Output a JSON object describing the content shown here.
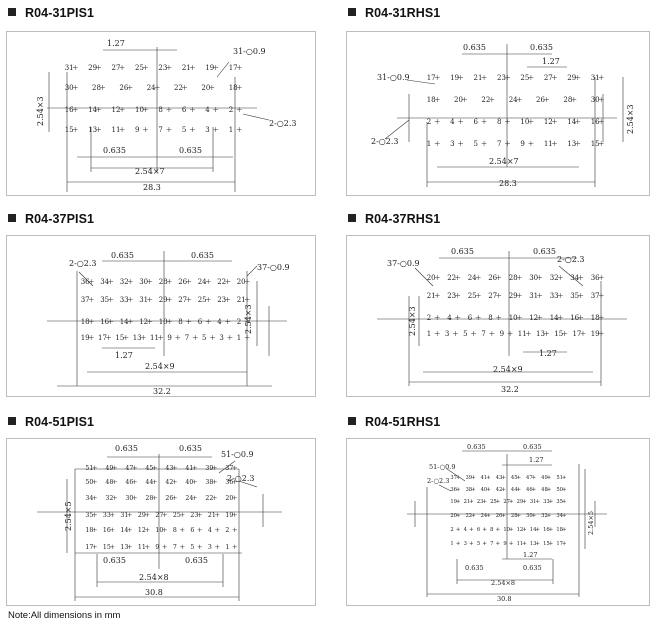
{
  "note": "Note:All dimensions in mm",
  "panels": [
    {
      "title": "R04-31PIS1",
      "labels": {
        "top": "1.27",
        "holes": "31-○0.9",
        "side": "2.54×3",
        "mount": "2-○2.3",
        "offsetL": "0.635",
        "offsetR": "0.635",
        "span": "2.54×7",
        "overall": "28.3"
      },
      "rows": [
        [
          "31",
          "29",
          "27",
          "25",
          "23",
          "21",
          "19",
          "17"
        ],
        [
          "30",
          "28",
          "26",
          "24",
          "22",
          "20",
          "18"
        ],
        [
          "16",
          "14",
          "12",
          "10",
          "8",
          "6",
          "4",
          "2"
        ],
        [
          "15",
          "13",
          "11",
          "9",
          "7",
          "5",
          "3",
          "1"
        ]
      ]
    },
    {
      "title": "R04-31RHS1",
      "labels": {
        "topL": "0.635",
        "topR": "0.635",
        "top2": "1.27",
        "holes": "31-○0.9",
        "side": "2.54×3",
        "mount": "2-○2.3",
        "span": "2.54×7",
        "overall": "28.3"
      },
      "rows": [
        [
          "17",
          "19",
          "21",
          "23",
          "25",
          "27",
          "29",
          "31"
        ],
        [
          "18",
          "20",
          "22",
          "24",
          "26",
          "28",
          "30"
        ],
        [
          "2",
          "4",
          "6",
          "8",
          "10",
          "12",
          "14",
          "16"
        ],
        [
          "1",
          "3",
          "5",
          "7",
          "9",
          "11",
          "13",
          "15"
        ]
      ]
    },
    {
      "title": "R04-37PIS1",
      "labels": {
        "mount": "2-○2.3",
        "topL": "0.635",
        "topR": "0.635",
        "holes": "37-○0.9",
        "side": "2.54×3",
        "pitch": "1.27",
        "span": "2.54×9",
        "overall": "32.2"
      },
      "rows": [
        [
          "36",
          "34",
          "32",
          "30",
          "28",
          "26",
          "24",
          "22",
          "20"
        ],
        [
          "37",
          "35",
          "33",
          "31",
          "29",
          "27",
          "25",
          "23",
          "21"
        ],
        [
          "18",
          "16",
          "14",
          "12",
          "10",
          "8",
          "6",
          "4",
          "2"
        ],
        [
          "19",
          "17",
          "15",
          "13",
          "11",
          "9",
          "7",
          "5",
          "3",
          "1"
        ]
      ]
    },
    {
      "title": "R04-37RHS1",
      "labels": {
        "topL": "0.635",
        "topR": "0.635",
        "holes": "37-○0.9",
        "mount": "2-○2.3",
        "side": "2.54×3",
        "pitch": "1.27",
        "span": "2.54×9",
        "overall": "32.2"
      },
      "rows": [
        [
          "20",
          "22",
          "24",
          "26",
          "28",
          "30",
          "32",
          "34",
          "36"
        ],
        [
          "21",
          "23",
          "25",
          "27",
          "29",
          "31",
          "33",
          "35",
          "37"
        ],
        [
          "2",
          "4",
          "6",
          "8",
          "10",
          "12",
          "14",
          "16",
          "18"
        ],
        [
          "1",
          "3",
          "5",
          "7",
          "9",
          "11",
          "13",
          "15",
          "17",
          "19"
        ]
      ]
    },
    {
      "title": "R04-51PIS1",
      "labels": {
        "topL": "0.635",
        "topR": "0.635",
        "holes": "51-○0.9",
        "mount": "2-○2.3",
        "side": "2.54×5",
        "offsetL": "0.635",
        "offsetR": "0.635",
        "span": "2.54×8",
        "overall": "30.8"
      },
      "rows": [
        [
          "51",
          "49",
          "47",
          "45",
          "43",
          "41",
          "39",
          "37"
        ],
        [
          "50",
          "48",
          "46",
          "44",
          "42",
          "40",
          "38",
          "36"
        ],
        [
          "34",
          "32",
          "30",
          "28",
          "26",
          "24",
          "22",
          "20"
        ],
        [
          "35",
          "33",
          "31",
          "29",
          "27",
          "25",
          "23",
          "21",
          "19"
        ],
        [
          "18",
          "16",
          "14",
          "12",
          "10",
          "8",
          "6",
          "4",
          "2"
        ],
        [
          "17",
          "15",
          "13",
          "11",
          "9",
          "7",
          "5",
          "3",
          "1"
        ]
      ]
    },
    {
      "title": "R04-51RHS1",
      "labels": {
        "topL": "0.635",
        "topR": "0.635",
        "top2": "1.27",
        "holes": "51-○0.9",
        "mount": "2-○2.3",
        "side": "2.54×5",
        "bottom2": "1.27",
        "offsetL": "0.635",
        "offsetR": "0.635",
        "span": "2.54×8",
        "overall": "30.8"
      },
      "rows": [
        [
          "37",
          "39",
          "41",
          "43",
          "45",
          "47",
          "49",
          "51"
        ],
        [
          "36",
          "38",
          "40",
          "42",
          "44",
          "46",
          "48",
          "50"
        ],
        [
          "19",
          "21",
          "23",
          "25",
          "27",
          "29",
          "31",
          "33",
          "35"
        ],
        [
          "20",
          "22",
          "24",
          "26",
          "28",
          "30",
          "32",
          "34"
        ],
        [
          "2",
          "4",
          "6",
          "8",
          "10",
          "12",
          "14",
          "16",
          "18"
        ],
        [
          "1",
          "3",
          "5",
          "7",
          "9",
          "11",
          "13",
          "15",
          "17"
        ]
      ]
    }
  ]
}
